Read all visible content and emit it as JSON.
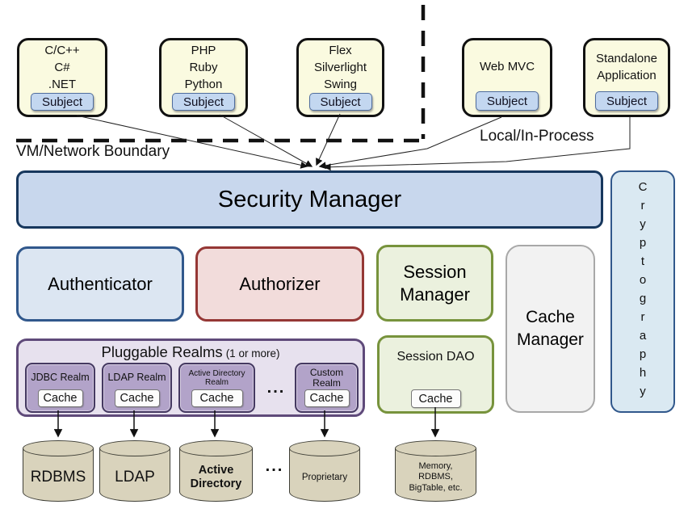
{
  "boundary": {
    "vm_label": "VM/Network Boundary",
    "local_label": "Local/In-Process"
  },
  "clients": [
    {
      "lines": [
        "C/C++",
        "C#",
        ".NET"
      ],
      "subject": "Subject"
    },
    {
      "lines": [
        "PHP",
        "Ruby",
        "Python"
      ],
      "subject": "Subject"
    },
    {
      "lines": [
        "Flex",
        "Silverlight",
        "Swing"
      ],
      "subject": "Subject"
    },
    {
      "lines": [
        "Web MVC"
      ],
      "subject": "Subject"
    },
    {
      "lines": [
        "Standalone",
        "Application"
      ],
      "subject": "Subject"
    }
  ],
  "security_manager": {
    "label": "Security Manager"
  },
  "components": {
    "authenticator": "Authenticator",
    "authorizer": "Authorizer",
    "session_manager": "Session Manager",
    "cache_manager": "Cache Manager",
    "cryptography": "Cryptography"
  },
  "realms": {
    "title_main": "Pluggable Realms",
    "title_suffix": "(1 or more)",
    "ellipsis": "...",
    "items": [
      {
        "name": "JDBC Realm",
        "cache": "Cache"
      },
      {
        "name": "LDAP Realm",
        "cache": "Cache"
      },
      {
        "name": "Active Directory Realm",
        "cache": "Cache"
      },
      {
        "name": "Custom Realm",
        "cache": "Cache"
      }
    ]
  },
  "session_dao": {
    "label": "Session DAO",
    "cache": "Cache"
  },
  "datastores": {
    "rdbms": "RDBMS",
    "ldap": "LDAP",
    "active_directory": "Active Directory",
    "ellipsis": "...",
    "proprietary": "Proprietary",
    "session_store_lines": [
      "Memory,",
      "RDBMS,",
      "BigTable, etc."
    ]
  },
  "colors": {
    "client_fill": "#FAFAE0",
    "subject_fill": "#C3D7F0",
    "security_manager_fill": "#C8D7ED",
    "security_manager_border": "#17375D",
    "authenticator_fill": "#DCE6F2",
    "authorizer_fill": "#F2DCDB",
    "authorizer_border": "#953735",
    "session_fill": "#EBF1DE",
    "session_border": "#77933C",
    "cache_manager_fill": "#F2F2F2",
    "cryptography_fill": "#DAE9F2",
    "realms_outer_fill": "#E7E1EE",
    "realm_fill": "#B2A3C9",
    "realm_border": "#453961",
    "cylinder_fill": "#D9D3BC"
  }
}
